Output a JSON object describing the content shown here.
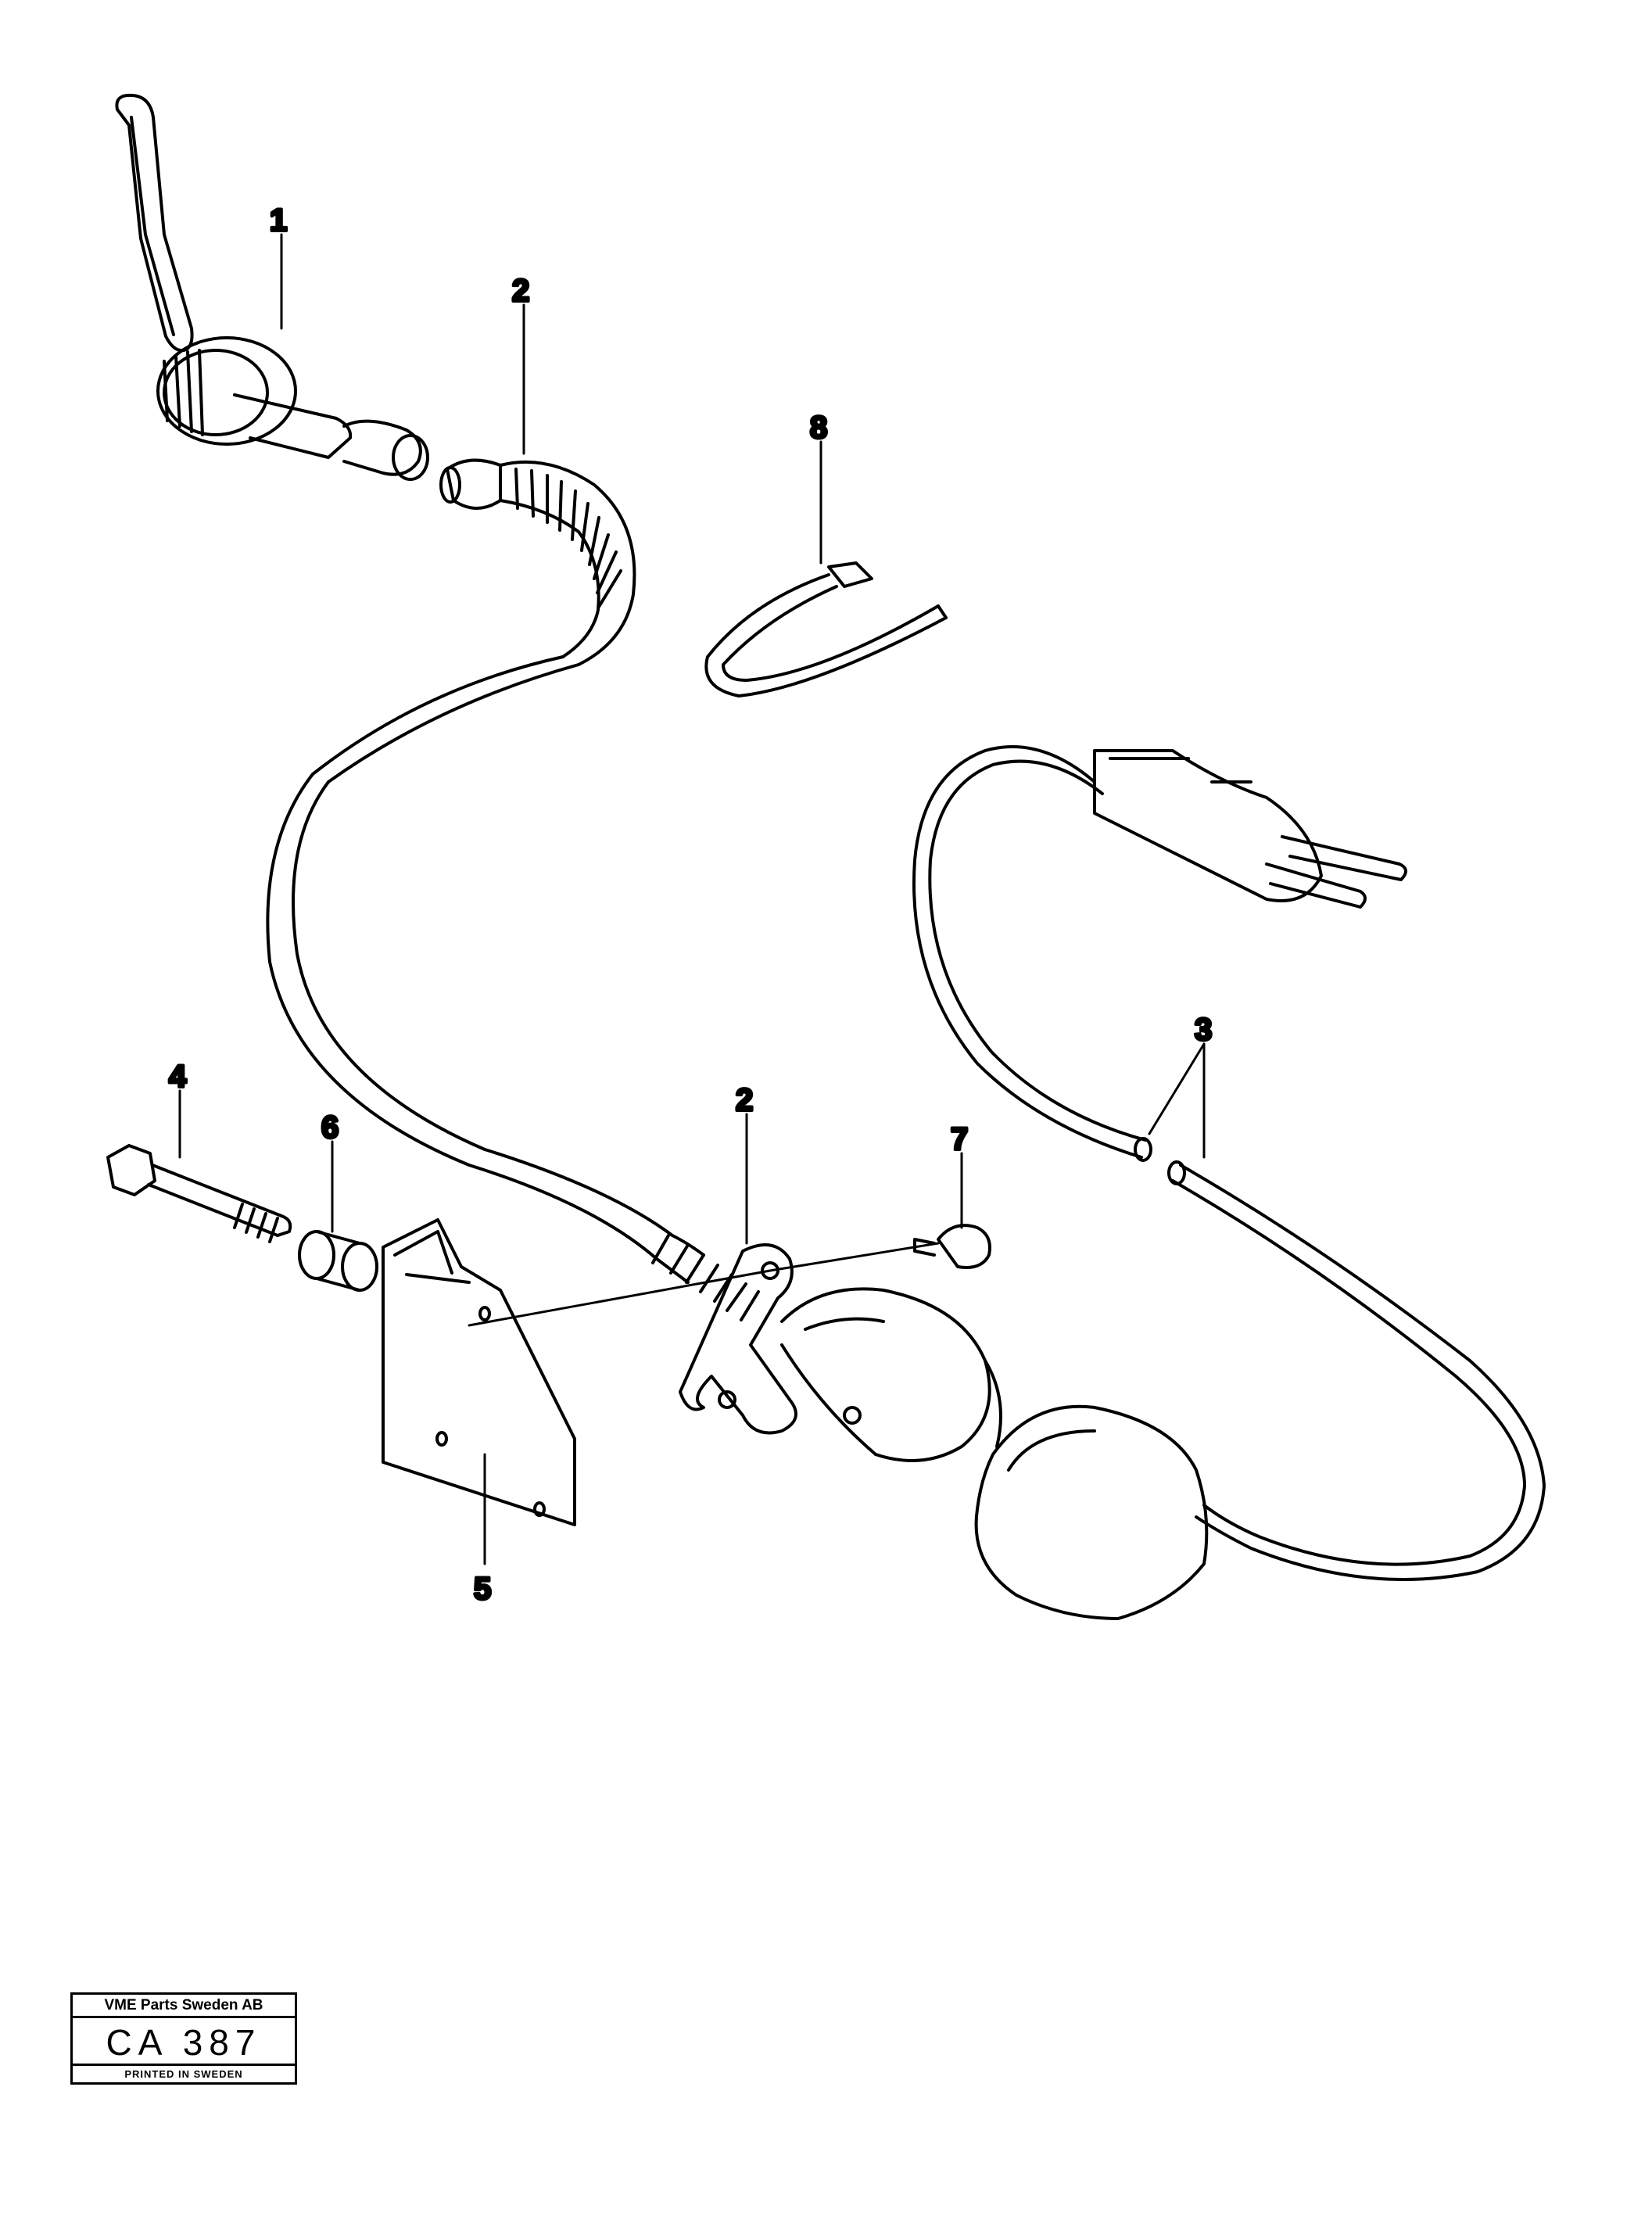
{
  "callouts": [
    {
      "id": "c1",
      "text": "1"
    },
    {
      "id": "c2a",
      "text": "2"
    },
    {
      "id": "c8",
      "text": "8"
    },
    {
      "id": "c3",
      "text": "3"
    },
    {
      "id": "c4",
      "text": "4"
    },
    {
      "id": "c6",
      "text": "6"
    },
    {
      "id": "c2b",
      "text": "2"
    },
    {
      "id": "c7",
      "text": "7"
    },
    {
      "id": "c5",
      "text": "5"
    }
  ],
  "stamp": {
    "company": "VME Parts Sweden AB",
    "code": "CA 387",
    "printed": "PRINTED IN SWEDEN"
  }
}
